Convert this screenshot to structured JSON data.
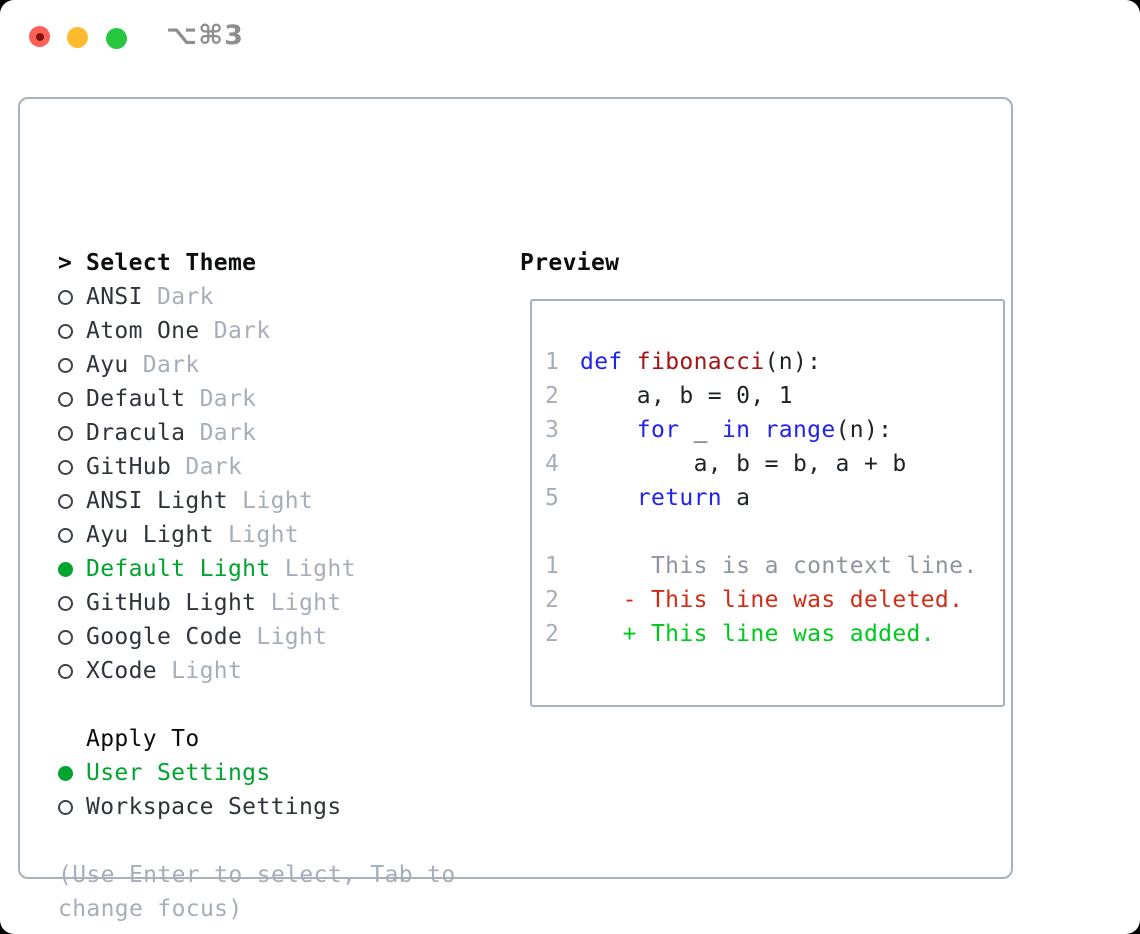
{
  "window": {
    "title": "⌥⌘3",
    "traffic_lights": [
      "close",
      "minimize",
      "zoom"
    ]
  },
  "theme_selector": {
    "cursor": ">",
    "header": "Select Theme",
    "items": [
      {
        "name": "ANSI",
        "variant": "Dark",
        "selected": false
      },
      {
        "name": "Atom One",
        "variant": "Dark",
        "selected": false
      },
      {
        "name": "Ayu",
        "variant": "Dark",
        "selected": false
      },
      {
        "name": "Default",
        "variant": "Dark",
        "selected": false
      },
      {
        "name": "Dracula",
        "variant": "Dark",
        "selected": false
      },
      {
        "name": "GitHub",
        "variant": "Dark",
        "selected": false
      },
      {
        "name": "ANSI Light",
        "variant": "Light",
        "selected": false
      },
      {
        "name": "Ayu Light",
        "variant": "Light",
        "selected": false
      },
      {
        "name": "Default Light",
        "variant": "Light",
        "selected": true
      },
      {
        "name": "GitHub Light",
        "variant": "Light",
        "selected": false
      },
      {
        "name": "Google Code",
        "variant": "Light",
        "selected": false
      },
      {
        "name": "XCode",
        "variant": "Light",
        "selected": false
      }
    ]
  },
  "apply_to": {
    "header": "Apply To",
    "options": [
      {
        "label": "User Settings",
        "selected": true
      },
      {
        "label": "Workspace Settings",
        "selected": false
      }
    ]
  },
  "hint": "(Use Enter to select, Tab to change focus)",
  "preview": {
    "header": "Preview",
    "code_lines": [
      {
        "number": "1",
        "segments": [
          {
            "text": "def",
            "style": "keyword"
          },
          {
            "text": " ",
            "style": "plain"
          },
          {
            "text": "fibonacci",
            "style": "function"
          },
          {
            "text": "(n):",
            "style": "plain"
          }
        ]
      },
      {
        "number": "2",
        "segments": [
          {
            "text": "    a, b = 0, 1",
            "style": "plain"
          }
        ]
      },
      {
        "number": "3",
        "segments": [
          {
            "text": "    ",
            "style": "plain"
          },
          {
            "text": "for",
            "style": "keyword"
          },
          {
            "text": " _ ",
            "style": "plain"
          },
          {
            "text": "in",
            "style": "keyword"
          },
          {
            "text": " ",
            "style": "plain"
          },
          {
            "text": "range",
            "style": "keyword"
          },
          {
            "text": "(n):",
            "style": "plain"
          }
        ]
      },
      {
        "number": "4",
        "segments": [
          {
            "text": "        a, b = b, a + b",
            "style": "plain"
          }
        ]
      },
      {
        "number": "5",
        "segments": [
          {
            "text": "    ",
            "style": "plain"
          },
          {
            "text": "return",
            "style": "keyword"
          },
          {
            "text": " a",
            "style": "plain"
          }
        ]
      }
    ],
    "diff_lines": [
      {
        "number": "1",
        "type": "context",
        "text": "     This is a context line."
      },
      {
        "number": "2",
        "type": "deleted",
        "text": "   - This line was deleted."
      },
      {
        "number": "2",
        "type": "added",
        "text": "   + This line was added."
      }
    ]
  },
  "colors": {
    "accent_green": "#00a42e",
    "added_green": "#00c81c",
    "deleted_red": "#d02c16",
    "keyword_blue": "#2023ee",
    "function_red": "#a31515",
    "text_dark": "#2f343b",
    "header_black": "#0b0d0f",
    "muted_gray": "#a6aeb9",
    "context_gray": "#8e959d",
    "border_gray": "#a8b1bc",
    "title_gray": "#8e8e92",
    "traffic_red": "#fe5f57",
    "traffic_red_dot": "#7e150b",
    "traffic_yellow": "#febb2e",
    "traffic_green": "#27c83f"
  }
}
